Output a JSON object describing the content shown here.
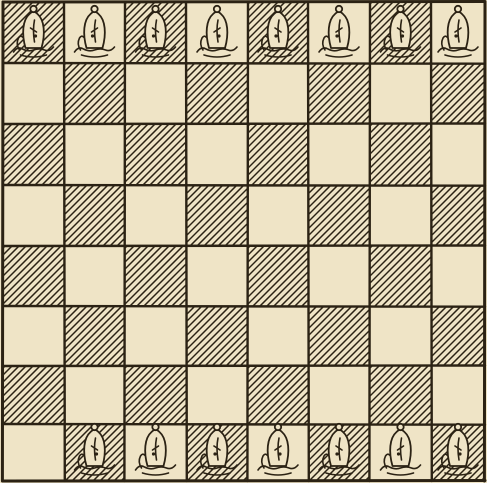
{
  "board": {
    "files": 8,
    "ranks": 8,
    "light_color": "#efe4c6",
    "dark_pattern": "diagonal-hatching",
    "ink_color": "#2b2214",
    "top_left_square": "dark"
  },
  "pieces": {
    "style": "woodcut-figure",
    "piece_icon": "pawn-figure-icon",
    "rows": [
      {
        "rank": 8,
        "files": [
          1,
          2,
          3,
          4,
          5,
          6,
          7,
          8
        ]
      },
      {
        "rank": 1,
        "files": [
          2,
          3,
          4,
          5,
          6,
          7,
          8
        ]
      }
    ]
  }
}
